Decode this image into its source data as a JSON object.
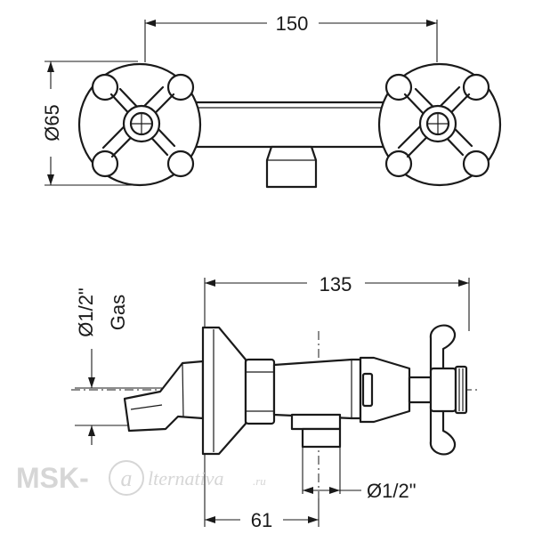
{
  "top_view": {
    "width_dimension": "150",
    "diameter_dimension": "Ø65"
  },
  "side_view": {
    "length_dimension": "135",
    "inlet_dimension": "Ø1/2\"",
    "inlet_medium": "Gas",
    "outlet_dimension": "Ø1/2\"",
    "offset_dimension": "61"
  },
  "watermark": {
    "brand_prefix": "MSK-",
    "brand_script": "lternativa",
    "brand_suffix": ".ru"
  }
}
